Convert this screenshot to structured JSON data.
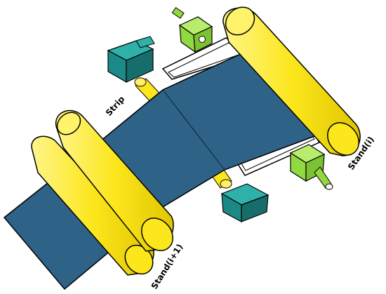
{
  "labels": {
    "strip": "Strip",
    "stand_i": "Stand(i)",
    "stand_i1": "Stand(i+1)"
  },
  "colors": {
    "strip": "#2E6286",
    "roll": "#FCE61C",
    "roll_shadow": "#E4C800",
    "sensor_dark": "#1B8A86",
    "sensor_light": "#90D93F",
    "outline": "#000000"
  },
  "icons": {
    "roll": "yellow-cylinder",
    "tension_sensor": "dark-teal-box",
    "drive_motor": "green-box-with-shaft"
  }
}
